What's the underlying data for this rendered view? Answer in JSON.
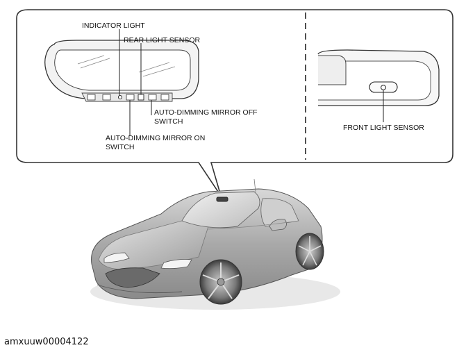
{
  "labels": {
    "indicator_light": "INDICATOR LIGHT",
    "rear_light_sensor": "REAR LIGHT SENSOR",
    "off_switch_line1": "AUTO-DIMMING MIRROR OFF",
    "off_switch_line2": "SWITCH",
    "on_switch_line1": "AUTO-DIMMING MIRROR ON",
    "on_switch_line2": "SWITCH",
    "front_light_sensor": "FRONT LIGHT SENSOR"
  },
  "figure_code": "amxuuw00004122"
}
